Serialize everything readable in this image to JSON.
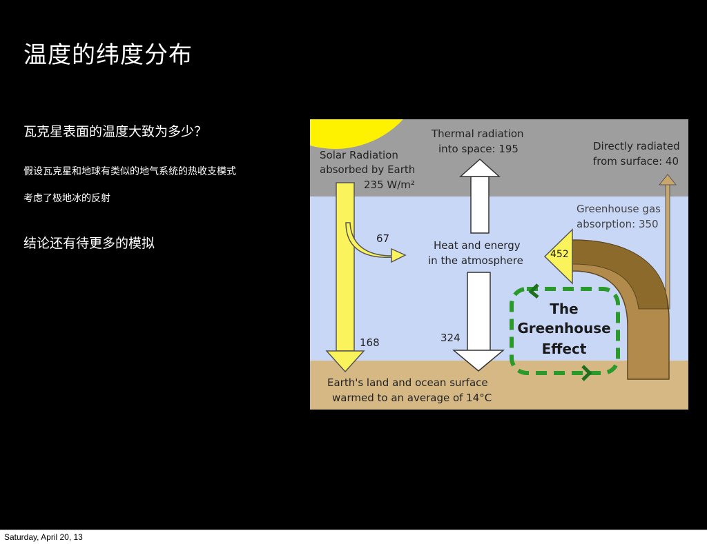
{
  "slide": {
    "title": "温度的纬度分布",
    "question": "瓦克星表面的温度大致为多少？",
    "bullets": [
      "假设瓦克星和地球有类似的地气系统的热收支模式",
      "考虑了极地冰的反射"
    ],
    "conclusion": "结论还有待更多的模拟"
  },
  "diagram": {
    "solar_label_1": "Solar Radiation",
    "solar_label_2": "absorbed by Earth",
    "solar_value": "235 W/m²",
    "thermal_label_1": "Thermal radiation",
    "thermal_label_2": "into space: 195",
    "direct_label_1": "Directly radiated",
    "direct_label_2": "from surface: 40",
    "ghg_label_1": "Greenhouse gas",
    "ghg_label_2": "absorption: 350",
    "value_67": "67",
    "value_168": "168",
    "value_324": "324",
    "value_452": "452",
    "atmo_label_1": "Heat and energy",
    "atmo_label_2": "in the atmosphere",
    "effect_1": "The",
    "effect_2": "Greenhouse",
    "effect_3": "Effect",
    "surface_label_1": "Earth's land and ocean surface",
    "surface_label_2": "warmed to an average of 14°C",
    "colors": {
      "space": "#9e9e9e",
      "atmosphere": "#c9d7f7",
      "surface": "#d5b883",
      "sun": "#fff200",
      "solar_arrow": "#fbf35b",
      "ghg_brown": "#8b6a2b",
      "dashed_green": "#2a9a2a"
    }
  },
  "footer": {
    "date": "Saturday, April 20, 13"
  }
}
